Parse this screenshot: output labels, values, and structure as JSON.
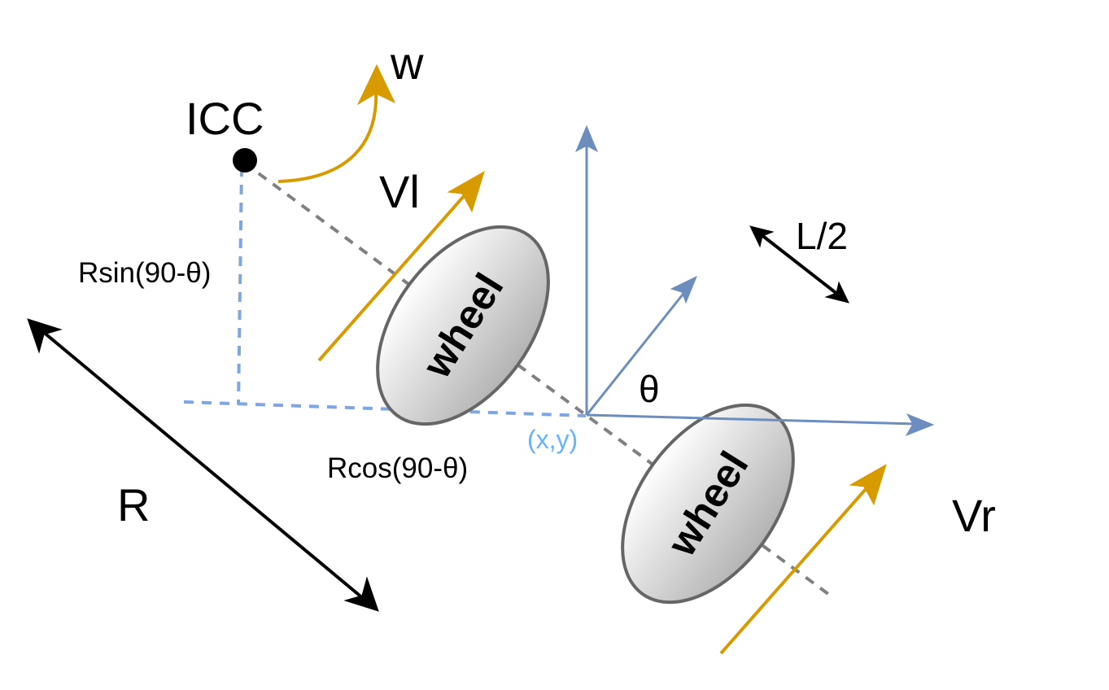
{
  "labels": {
    "icc": "ICC",
    "omega": "w",
    "v_left": "Vl",
    "v_right": "Vr",
    "half_axle": "L/2",
    "theta": "θ",
    "position": "(x,y)",
    "r_sin": "Rsin(90-θ)",
    "r_cos": "Rcos(90-θ)",
    "radius": "R",
    "wheel_left": "wheel",
    "wheel_right": "wheel"
  },
  "colors": {
    "velocity": "#d79b00",
    "axes": "#6c8ebf",
    "dashed_axle": "#808080",
    "projection": "#7ea6e0",
    "position_text": "#66b2ff",
    "wheel_stroke": "#666666",
    "wheel_fill_light": "#ffffff",
    "wheel_fill_dark": "#b3b3b3",
    "black": "#000000"
  }
}
